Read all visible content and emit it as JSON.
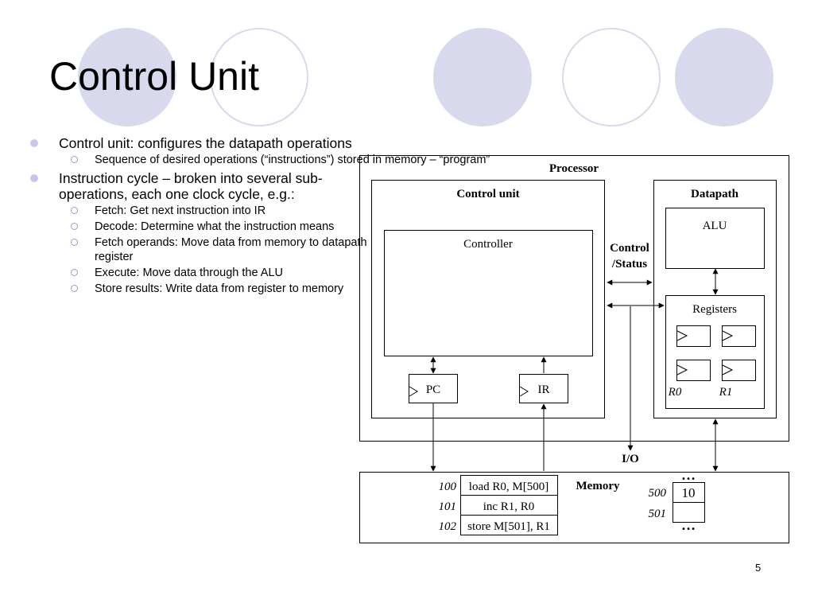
{
  "slide": {
    "title": "Control Unit",
    "page_number": "5"
  },
  "bullets": [
    {
      "text": "Control unit: configures the datapath operations",
      "sub": [
        "Sequence of desired operations (“instructions”) stored in memory – “program”"
      ]
    },
    {
      "text": "Instruction cycle – broken into several sub-operations, each one clock cycle, e.g.:",
      "sub": [
        "Fetch: Get next instruction into IR",
        "Decode: Determine what the instruction means",
        "Fetch operands: Move data from memory to datapath register",
        "Execute: Move data through the ALU",
        "Store results: Write data from register to memory"
      ]
    }
  ],
  "diagram": {
    "processor_label": "Processor",
    "control_unit_label": "Control unit",
    "controller_label": "Controller",
    "pc_label": "PC",
    "ir_label": "IR",
    "datapath_label": "Datapath",
    "alu_label": "ALU",
    "registers_label": "Registers",
    "r0_label": "R0",
    "r1_label": "R1",
    "control_status_label_line1": "Control",
    "control_status_label_line2": "/Status",
    "io_label": "I/O",
    "memory_label": "Memory",
    "program": [
      {
        "address": "100",
        "instruction": "load R0, M[500]"
      },
      {
        "address": "101",
        "instruction": "inc R1, R0"
      },
      {
        "address": "102",
        "instruction": "store M[501], R1"
      }
    ],
    "data_memory": [
      {
        "address": "500",
        "value": "10"
      },
      {
        "address": "501",
        "value": ""
      }
    ],
    "ellipsis": "…"
  }
}
